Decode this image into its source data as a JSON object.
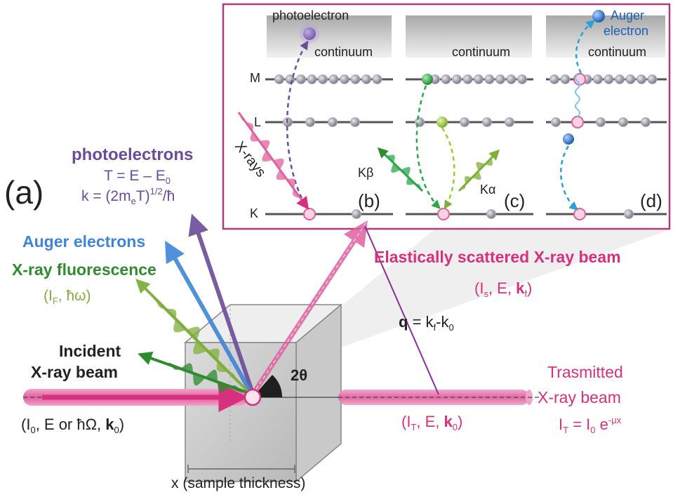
{
  "panel_labels": {
    "a": "(a)",
    "b": "(b)",
    "c": "(c)",
    "d": "(d)"
  },
  "inset": {
    "continuum": "continuum",
    "photoelectron": "photoelectron",
    "auger_line1": "Auger",
    "auger_line2": "electron",
    "shell_M": "M",
    "shell_L": "L",
    "shell_K": "K",
    "xrays": "X-rays",
    "k_beta": "Kβ",
    "k_alpha": "Kα"
  },
  "main": {
    "photoelectrons_title": "photoelectrons",
    "photoelectrons_eq1": "T = E – E",
    "photoelectrons_eq1_sub": "0",
    "photoelectrons_eq2_a": "k = (2m",
    "photoelectrons_eq2_sub": "e",
    "photoelectrons_eq2_b": "T)",
    "photoelectrons_eq2_sup": "1/2",
    "photoelectrons_eq2_c": "/ħ",
    "auger_electrons": "Auger electrons",
    "fluorescence": "X-ray fluorescence",
    "fluor_params_a": "(I",
    "fluor_params_sub": "F",
    "fluor_params_b": ", ħω)",
    "incident_line1": "Incident",
    "incident_line2": "X-ray beam",
    "incident_params_a": "(I",
    "incident_params_sub": "0",
    "incident_params_b": ", E or ħΩ, ",
    "incident_params_k": "k",
    "incident_params_ksub": "0",
    "incident_params_c": ")",
    "elastic_title": "Elastically scattered X-ray beam",
    "elastic_params_a": "(I",
    "elastic_params_sub": "s",
    "elastic_params_b": ", E, ",
    "elastic_params_k": "k",
    "elastic_params_ksub": "f",
    "elastic_params_c": ")",
    "q_a": "q",
    "q_b": " = k",
    "q_sub1": "f",
    "q_c": "-k",
    "q_sub2": "0",
    "two_theta": "2θ",
    "transmitted_line1": "Trasmitted",
    "transmitted_line2": "X-ray beam",
    "trans_params_a": "(I",
    "trans_params_sub": "T",
    "trans_params_b": ", E, ",
    "trans_params_k": "k",
    "trans_params_ksub": "0",
    "trans_params_c": ")",
    "trans_law_a": "I",
    "trans_law_sub1": "T",
    "trans_law_b": " = I",
    "trans_law_sub2": "0",
    "trans_law_c": " e",
    "trans_law_sup": "-μx",
    "sample_thickness": "x (sample thickness)"
  },
  "colors": {
    "magenta": "#d6307e",
    "purple": "#6b4c9a",
    "blue": "#3f84d6",
    "green": "#2e8b2e",
    "light_green": "#7fae3a",
    "inset_border": "#b23a7a",
    "gray_text": "#222222"
  }
}
